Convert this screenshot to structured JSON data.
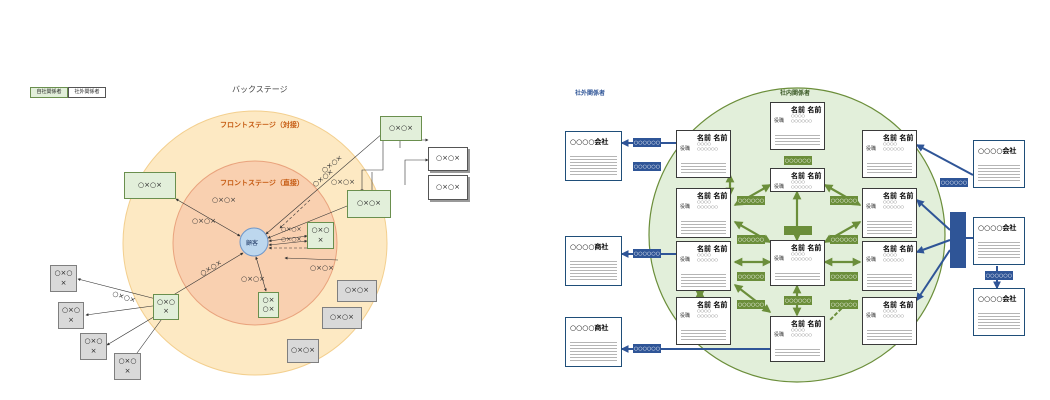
{
  "left": {
    "legend": [
      "自社関係者",
      "社外関係者"
    ],
    "backstage": "バックステージ",
    "front_outer": "フロントステージ（対接）",
    "front_inner": "フロントステージ（直接）",
    "center": "顧客",
    "node": "○×○×",
    "edge": "○×○×"
  },
  "right": {
    "outside_label": "社外関係者",
    "inside_label": "社内関係者",
    "company_a": "○○○○会社",
    "company_b": "○○○○商社",
    "person_name": "名前 名前",
    "role": "役職",
    "flow": "○○○○○○"
  },
  "colors": {
    "outer_circle": "#fde9c3",
    "inner_circle": "#f8cbad",
    "center": "#bdd7ee",
    "green_circle": "#e2efda",
    "green_arrow": "#6b8e3a",
    "blue_arrow": "#2f5597"
  }
}
